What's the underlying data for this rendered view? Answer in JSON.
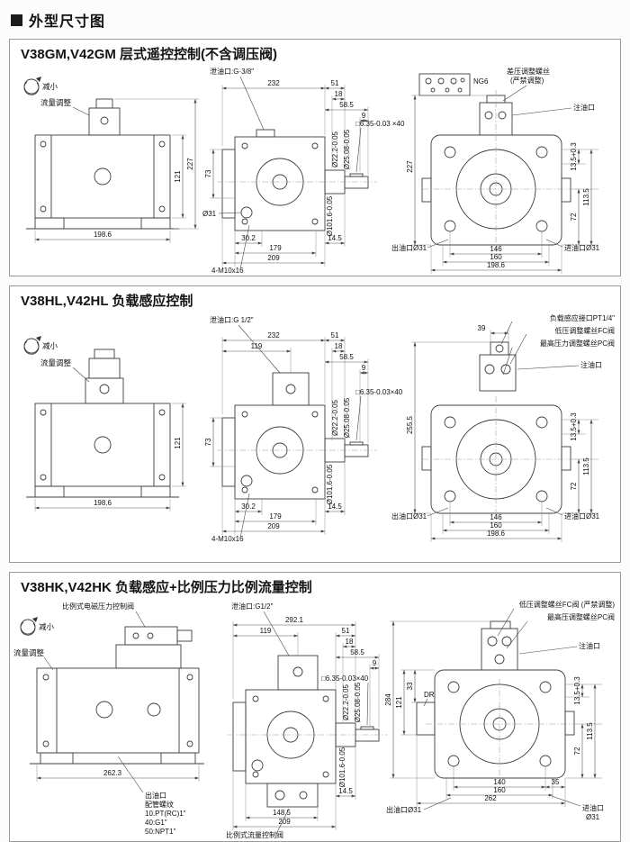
{
  "header": {
    "title": "外型尺寸图"
  },
  "p1": {
    "title": "V38GM,V42GM 层式遥控控制(不含调压阀)",
    "left": {
      "decrease": "减小",
      "flow_adjust": "流量调整",
      "h_body": "121",
      "h_total": "227",
      "w_base": "198.6"
    },
    "mid": {
      "drain_port": "泄油口:G·3/8\"",
      "w_total": "232",
      "d51": "51",
      "d18": "18",
      "d58_5": "58.5",
      "d9": "9",
      "d73": "73",
      "dia31": "Ø31",
      "d30_2": "30.2",
      "d179": "179",
      "d209": "209",
      "bolts": "4-M10x16",
      "d14_5": "14.5",
      "dia22": "Ø22.2-0.05",
      "dia25": "Ø25.08-0.05",
      "dia101": "Ø101.6-0.05",
      "key": "□6.35-0.03 ×40"
    },
    "right": {
      "ng6": "NG6",
      "diff_screw": "差压调整螺丝",
      "diff_screw2": "(严禁调整)",
      "fill_port": "注油口",
      "h_total": "227",
      "d13_5": "13.5+0.3",
      "d113_5": "113.5",
      "d72": "72",
      "d146": "146",
      "d160": "160",
      "d198_6": "198.6",
      "outlet": "出油口Ø31",
      "inlet": "进油口Ø31"
    }
  },
  "p2": {
    "title": "V38HL,V42HL 负载感应控制",
    "left": {
      "decrease": "减小",
      "flow_adjust": "流量调整",
      "h_body": "121",
      "w_base": "198.6"
    },
    "mid": {
      "drain_port": "泄油口:G 1/2\"",
      "w_total": "232",
      "d119": "119",
      "d51": "51",
      "d18": "18",
      "d58_5": "58.5",
      "d9": "9",
      "d73": "73",
      "d30_2": "30.2",
      "d179": "179",
      "d209": "209",
      "bolts": "4-M10x16",
      "d14_5": "14.5",
      "dia22": "Ø22.2-0.05",
      "dia25": "Ø25.08-0.05",
      "dia101": "Ø101.6-0.05",
      "key": "□6.35-0.03×40"
    },
    "right": {
      "ls_port": "负载感应接口PT1/4\"",
      "fc_screw": "低压调整螺丝FC阀",
      "pc_screw": "最高压力调整螺丝PC阀",
      "d39": "39",
      "fill_port": "注油口",
      "h_total": "255.5",
      "d13_5": "13.5+0.3",
      "d113_5": "113.5",
      "d72": "72",
      "d146": "146",
      "d160": "160",
      "d198_6": "198.6",
      "outlet": "出油口Ø31",
      "inlet": "进油口Ø31"
    }
  },
  "p3": {
    "title": "V38HK,V42HK 负载感应+比例压力比例流量控制",
    "left": {
      "decrease": "减小",
      "prop_pressure_valve": "比例式电磁压力控制阀",
      "flow_adjust": "流量调整",
      "w_base": "262.3",
      "outlet_note1": "出油口",
      "outlet_note2": "配管螺纹",
      "outlet_note3": "10.PT(RC)1\"",
      "outlet_note4": "40:G1\"",
      "outlet_note5": "50:NPT1\""
    },
    "mid": {
      "drain_port": "泄油口:G1/2\"",
      "w_total": "292.1",
      "d119": "119",
      "d51": "51",
      "d18": "18",
      "d58_5": "58.5",
      "d9": "9",
      "d148_5": "148.5",
      "d209": "209",
      "d14_5": "14.5",
      "dia22": "Ø22.2-0.05",
      "dia25": "Ø25.08-0.05",
      "dia101": "Ø101.6-0.05",
      "key": "□6.35-0.03×40",
      "prop_flow_valve": "比例式流量控制阀"
    },
    "right": {
      "fc_screw": "低压调整螺丝FC阀 (严禁调整)",
      "pc_screw": "最高压调整螺丝PC阀",
      "fill_port": "注油口",
      "dr": "DR",
      "d33": "33",
      "d121": "121",
      "d284": "284",
      "d13_5": "13.5+0.3",
      "d113_5": "113.5",
      "d72": "72",
      "d140": "140",
      "d35": "35",
      "d160": "160",
      "d262": "262",
      "outlet": "出油口Ø31",
      "inlet1": "进油口",
      "inlet2": "Ø31"
    }
  }
}
